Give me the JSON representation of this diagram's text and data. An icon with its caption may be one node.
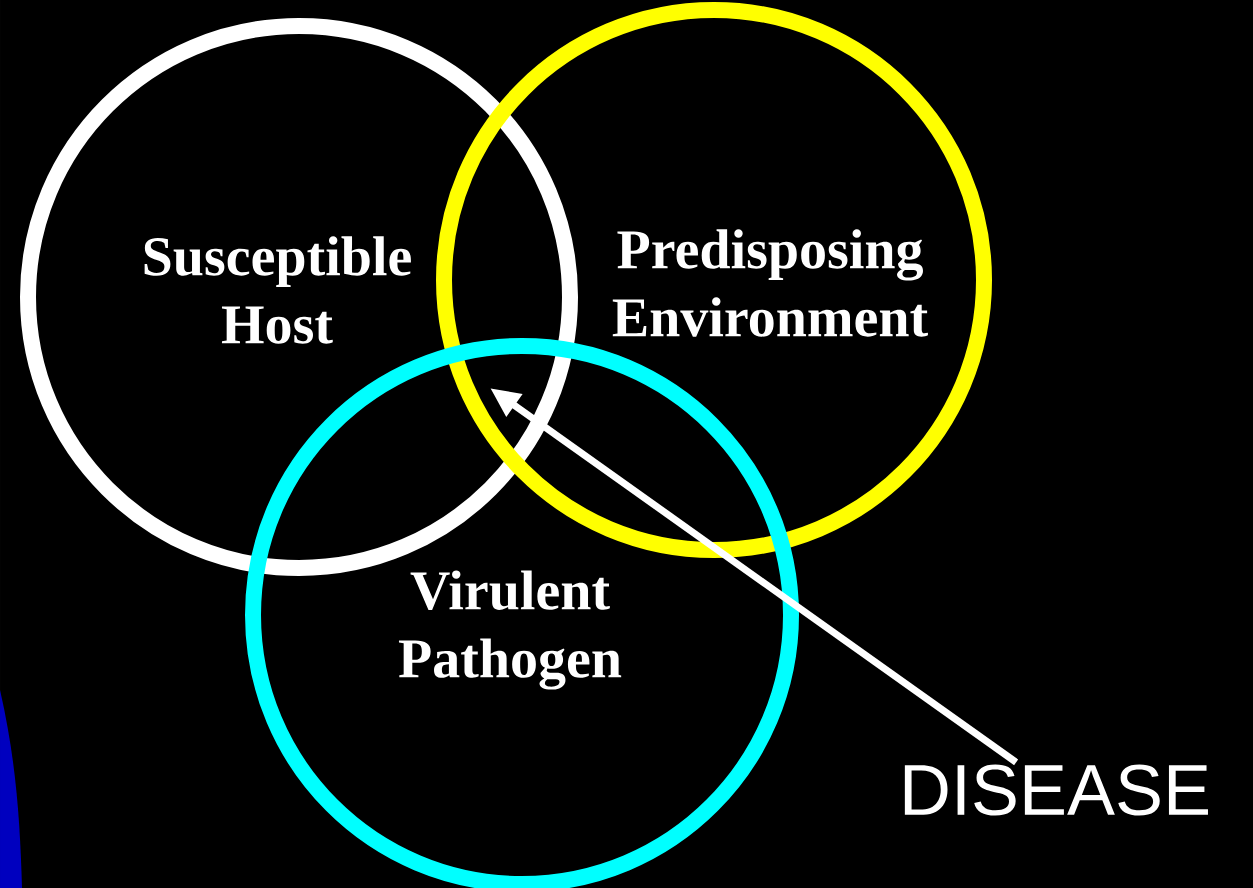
{
  "diagram": {
    "nodes": [
      {
        "text": [
          "Susceptible Host"
        ]
      },
      {
        "text": [
          "Predisposing Environment"
        ]
      },
      {
        "text": [
          "Virulent Pathogen"
        ]
      },
      {
        "text": [
          "DISEASE"
        ]
      }
    ],
    "edges": [
      {
        "from": 3,
        "to": 2,
        "arrow": "to"
      }
    ]
  }
}
